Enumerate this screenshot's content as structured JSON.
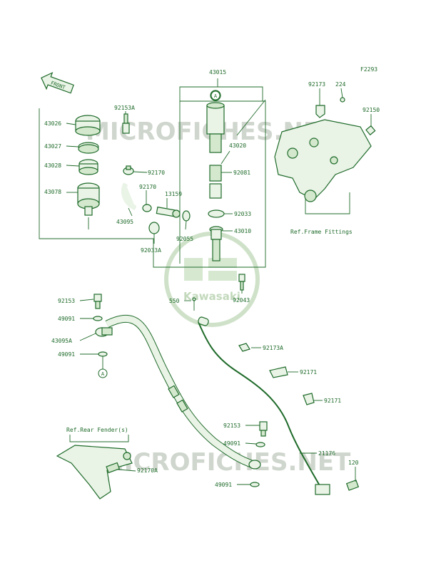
{
  "figure_code": "F2293",
  "front_label": "FRONT",
  "watermark": "MICROFICHES.NET",
  "logo_text": "Kawasaki",
  "ref_frame": "Ref.Frame Fittings",
  "ref_rear": "Ref.Rear Fender(s)",
  "callout_letter": "A",
  "labels": {
    "p43015": "43015",
    "p43026": "43026",
    "p43027": "43027",
    "p43028": "43028",
    "p43078": "43078",
    "p92153A": "92153A",
    "p92170a": "92170",
    "p92170b": "92170",
    "p13159": "13159",
    "p43095": "43095",
    "p92055": "92055",
    "p92033A": "92033A",
    "p43020": "43020",
    "p92081": "92081",
    "p92033": "92033",
    "p43010": "43010",
    "p92043": "92043",
    "p550": "550",
    "p92173": "92173",
    "p224": "224",
    "p92150": "92150",
    "p92153a": "92153",
    "p49091a": "49091",
    "p43095A": "43095A",
    "p49091b": "49091",
    "p92173A": "92173A",
    "p92171a": "92171",
    "p92171b": "92171",
    "p92153b": "92153",
    "p49091c": "49091",
    "p21176": "21176",
    "p120": "120",
    "p92170A": "92170A",
    "p49091d": "49091"
  }
}
